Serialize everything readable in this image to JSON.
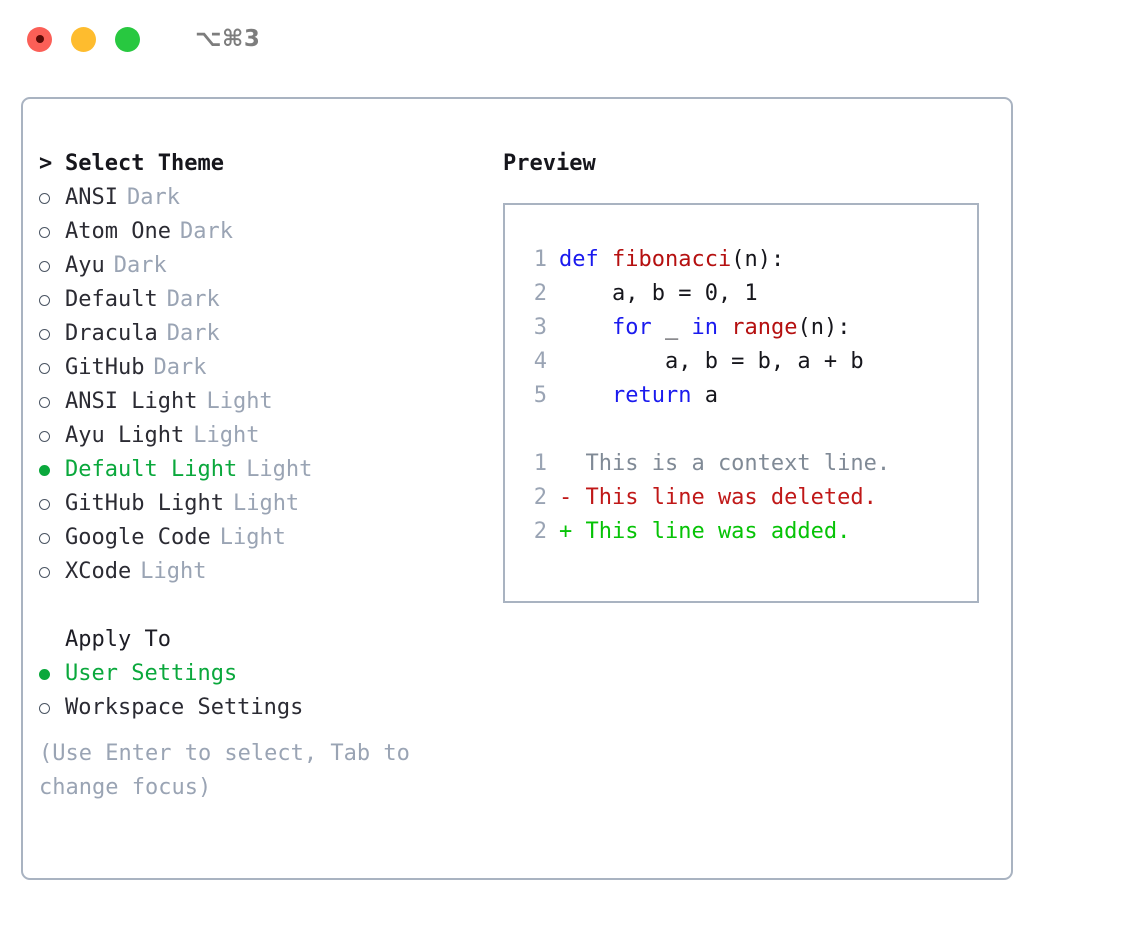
{
  "titlebar": {
    "shortcut": "⌥⌘3",
    "lights": [
      "close-red",
      "minimize-yellow",
      "zoom-green"
    ]
  },
  "left": {
    "heading": {
      "caret": ">",
      "label": "Select Theme"
    },
    "themes": [
      {
        "marker": "○",
        "name": "ANSI",
        "kind": "Dark",
        "selected": false
      },
      {
        "marker": "○",
        "name": "Atom One",
        "kind": "Dark",
        "selected": false
      },
      {
        "marker": "○",
        "name": "Ayu",
        "kind": "Dark",
        "selected": false
      },
      {
        "marker": "○",
        "name": "Default",
        "kind": "Dark",
        "selected": false
      },
      {
        "marker": "○",
        "name": "Dracula",
        "kind": "Dark",
        "selected": false
      },
      {
        "marker": "○",
        "name": "GitHub",
        "kind": "Dark",
        "selected": false
      },
      {
        "marker": "○",
        "name": "ANSI Light",
        "kind": "Light",
        "selected": false
      },
      {
        "marker": "○",
        "name": "Ayu Light",
        "kind": "Light",
        "selected": false
      },
      {
        "marker": "●",
        "name": "Default Light",
        "kind": "Light",
        "selected": true
      },
      {
        "marker": "○",
        "name": "GitHub Light",
        "kind": "Light",
        "selected": false
      },
      {
        "marker": "○",
        "name": "Google Code",
        "kind": "Light",
        "selected": false
      },
      {
        "marker": "○",
        "name": "XCode",
        "kind": "Light",
        "selected": false
      }
    ],
    "apply_to": {
      "heading": "Apply To",
      "options": [
        {
          "marker": "●",
          "label": "User Settings",
          "selected": true
        },
        {
          "marker": "○",
          "label": "Workspace Settings",
          "selected": false
        }
      ]
    },
    "hint": "(Use Enter to select, Tab to change focus)"
  },
  "right": {
    "title": "Preview",
    "code": [
      {
        "ln": "1",
        "segments": [
          {
            "t": "def ",
            "c": "kw"
          },
          {
            "t": "fibonacci",
            "c": "fn"
          },
          {
            "t": "(n):",
            "c": "plain"
          }
        ]
      },
      {
        "ln": "2",
        "segments": [
          {
            "t": "    a, b = 0, 1",
            "c": "plain"
          }
        ]
      },
      {
        "ln": "3",
        "segments": [
          {
            "t": "    ",
            "c": "plain"
          },
          {
            "t": "for",
            "c": "kw"
          },
          {
            "t": " _ ",
            "c": "plain"
          },
          {
            "t": "in ",
            "c": "kw"
          },
          {
            "t": "range",
            "c": "fn"
          },
          {
            "t": "(n):",
            "c": "plain"
          }
        ]
      },
      {
        "ln": "4",
        "segments": [
          {
            "t": "        a, b = b, a + b",
            "c": "plain"
          }
        ]
      },
      {
        "ln": "5",
        "segments": [
          {
            "t": "    ",
            "c": "plain"
          },
          {
            "t": "return",
            "c": "kw"
          },
          {
            "t": " a",
            "c": "plain"
          }
        ]
      }
    ],
    "diff": [
      {
        "ln": "1",
        "text": "  This is a context line.",
        "kind": "ctx"
      },
      {
        "ln": "2",
        "text": "- This line was deleted.",
        "kind": "del"
      },
      {
        "ln": "2",
        "text": "+ This line was added.",
        "kind": "add"
      }
    ]
  },
  "colors": {
    "accent_green": "#0aa83c",
    "muted_gray": "#9aa4b4",
    "border": "#a9b3c1",
    "keyword_blue": "#1a1aee",
    "function_red": "#b51010",
    "diff_delete": "#c01818",
    "diff_add": "#06c306",
    "background": "#ffffff"
  }
}
